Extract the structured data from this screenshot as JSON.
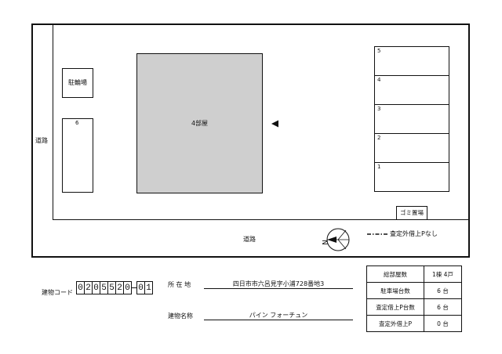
{
  "site_plan": {
    "road_left": "道路",
    "road_bottom": "道路",
    "building_label": "4部屋",
    "bicycle_parking": "駐輪場",
    "garbage": "ゴミ置場",
    "parking_left_number": "6",
    "parking_right_numbers": [
      "5",
      "4",
      "3",
      "2",
      "1"
    ],
    "north_mark": "N",
    "legend_text": "査定外借上Pなし"
  },
  "building_code": {
    "label": "建物コード",
    "digits_main": [
      "0",
      "2",
      "0",
      "5",
      "5",
      "2",
      "0"
    ],
    "digits_sub": [
      "0",
      "1"
    ]
  },
  "info": {
    "address_label": "所 在 地",
    "address_value": "四日市市六呂見字小浦728番地3",
    "name_label": "建物名称",
    "name_value": "パイン フォーチュン"
  },
  "summary_table": {
    "rows": [
      {
        "label": "総部屋数",
        "value": "1棟 4戸"
      },
      {
        "label": "駐車場台数",
        "value": "6 台"
      },
      {
        "label": "査定借上P台数",
        "value": "6 台"
      },
      {
        "label": "査定外借上P",
        "value": "0 台"
      }
    ]
  }
}
